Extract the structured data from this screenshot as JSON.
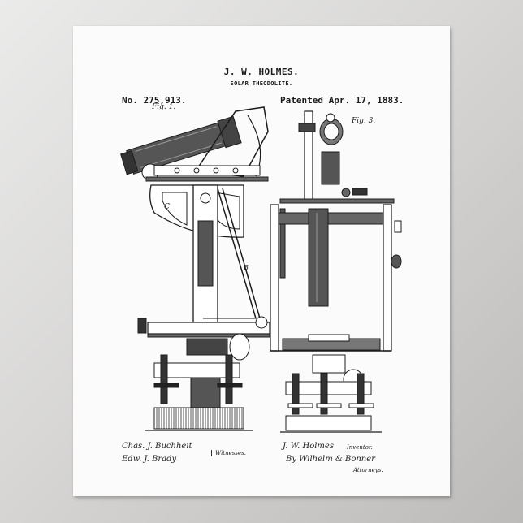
{
  "poster": {
    "inventor": "J. W. HOLMES.",
    "title": "SOLAR THEODOLITE.",
    "patent_number": "No. 275,913.",
    "patent_date": "Patented Apr. 17, 1883.",
    "figures": [
      {
        "label": "Fig. 1."
      },
      {
        "label": "Fig. 3."
      }
    ],
    "witnesses": {
      "signatures": [
        "Chas. J. Buchheit",
        "Edw. J. Brady"
      ],
      "label": "Witnesses."
    },
    "inventor_block": {
      "signature": "J. W. Holmes",
      "role": "Inventor.",
      "attorneys_line": "By Wilhelm & Bonner",
      "attorneys_label": "Attorneys."
    }
  },
  "colors": {
    "paper": "#fbfbfb",
    "ink": "#1a1a1a",
    "backdrop_light": "#ebebea",
    "backdrop_dark": "#bdbbb9"
  }
}
